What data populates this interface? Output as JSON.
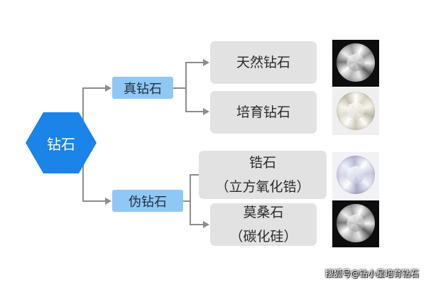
{
  "root": {
    "label": "钻石"
  },
  "branches": [
    {
      "label": "真钻石",
      "children": [
        {
          "lines": [
            "天然钻石"
          ]
        },
        {
          "lines": [
            "培育钻石"
          ]
        }
      ]
    },
    {
      "label": "伪钻石",
      "children": [
        {
          "lines": [
            "锆石",
            "（立方氧化锆）"
          ]
        },
        {
          "lines": [
            "莫桑石",
            "（碳化硅）"
          ]
        }
      ]
    }
  ],
  "watermark": "搜狐号@钻小星培育钻石",
  "colors": {
    "root": "#1a84e8",
    "branch": "#8fc8f5",
    "leaf": "#e2e2e2",
    "connector": "#8c8c8c"
  }
}
